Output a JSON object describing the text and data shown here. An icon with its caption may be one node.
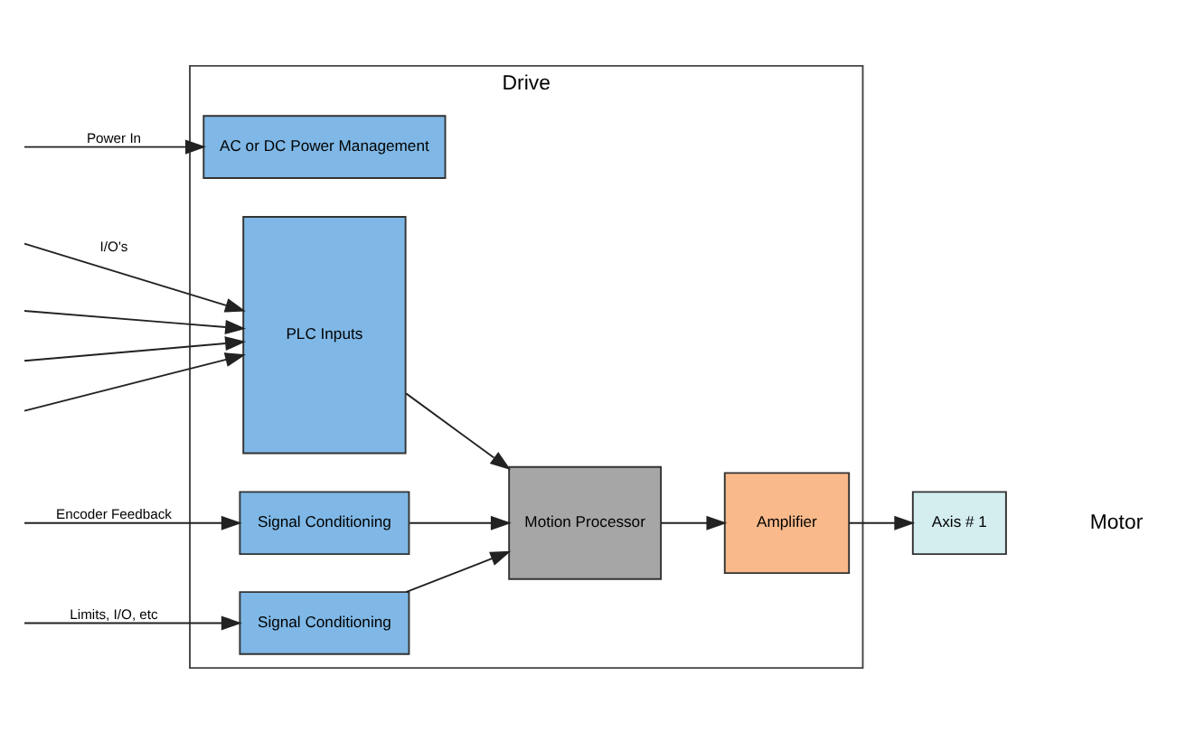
{
  "diagram": {
    "nodes": [
      {
        "text": [
          "Drive"
        ]
      },
      {
        "text": [
          "AC or DC Power Management"
        ],
        "in": 0
      },
      {
        "text": [
          "PLC Inputs"
        ],
        "in": 0
      },
      {
        "text": [
          "Signal Conditioning"
        ],
        "in": 0
      },
      {
        "text": [
          "Motion Processor"
        ],
        "in": 0
      },
      {
        "text": [
          "Amplifier"
        ],
        "in": 0
      },
      {
        "text": [
          "Signal Conditioning"
        ],
        "in": 0
      },
      {
        "text": [
          "Axis # 1"
        ]
      }
    ],
    "edges": [
      {
        "from": null,
        "to": 1,
        "arrow": "to",
        "label": "Power In"
      },
      {
        "from": null,
        "to": 2,
        "arrow": "to",
        "label": "I/O's"
      },
      {
        "from": null,
        "to": 2,
        "arrow": "to"
      },
      {
        "from": null,
        "to": 2,
        "arrow": "to"
      },
      {
        "from": null,
        "to": 2,
        "arrow": "to"
      },
      {
        "from": null,
        "to": 3,
        "arrow": "to",
        "label": "Encoder Feedback"
      },
      {
        "from": 3,
        "to": 4,
        "arrow": "to"
      },
      {
        "from": 2,
        "to": 4,
        "arrow": "to"
      },
      {
        "from": 6,
        "to": 4,
        "arrow": "to"
      },
      {
        "from": 4,
        "to": 5,
        "arrow": "to"
      },
      {
        "from": 5,
        "to": 7,
        "arrow": "to"
      },
      {
        "from": null,
        "to": 6,
        "arrow": "to",
        "label": "Limits, I/O, etc"
      }
    ],
    "labels": [
      "Motor"
    ]
  }
}
